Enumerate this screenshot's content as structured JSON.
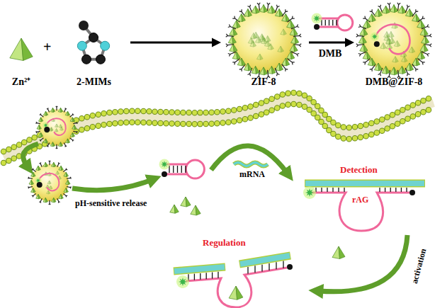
{
  "diagram": {
    "nodes": [
      {
        "text": [
          "Zn²⁺"
        ]
      },
      {
        "text": [
          "2-MIMs"
        ]
      },
      {
        "text": [
          "ZIF-8"
        ]
      },
      {
        "text": [
          "DMB@ZIF-8"
        ]
      }
    ],
    "edges": [
      {
        "from": 1,
        "to": 2,
        "arrow": "to"
      },
      {
        "from": 2,
        "to": 3,
        "label": "DMB",
        "arrow": "to"
      }
    ],
    "labels": [
      "+",
      "pH-sensitive release",
      "mRNA",
      "Detection",
      "rAG",
      "Regulation",
      "activation"
    ]
  }
}
